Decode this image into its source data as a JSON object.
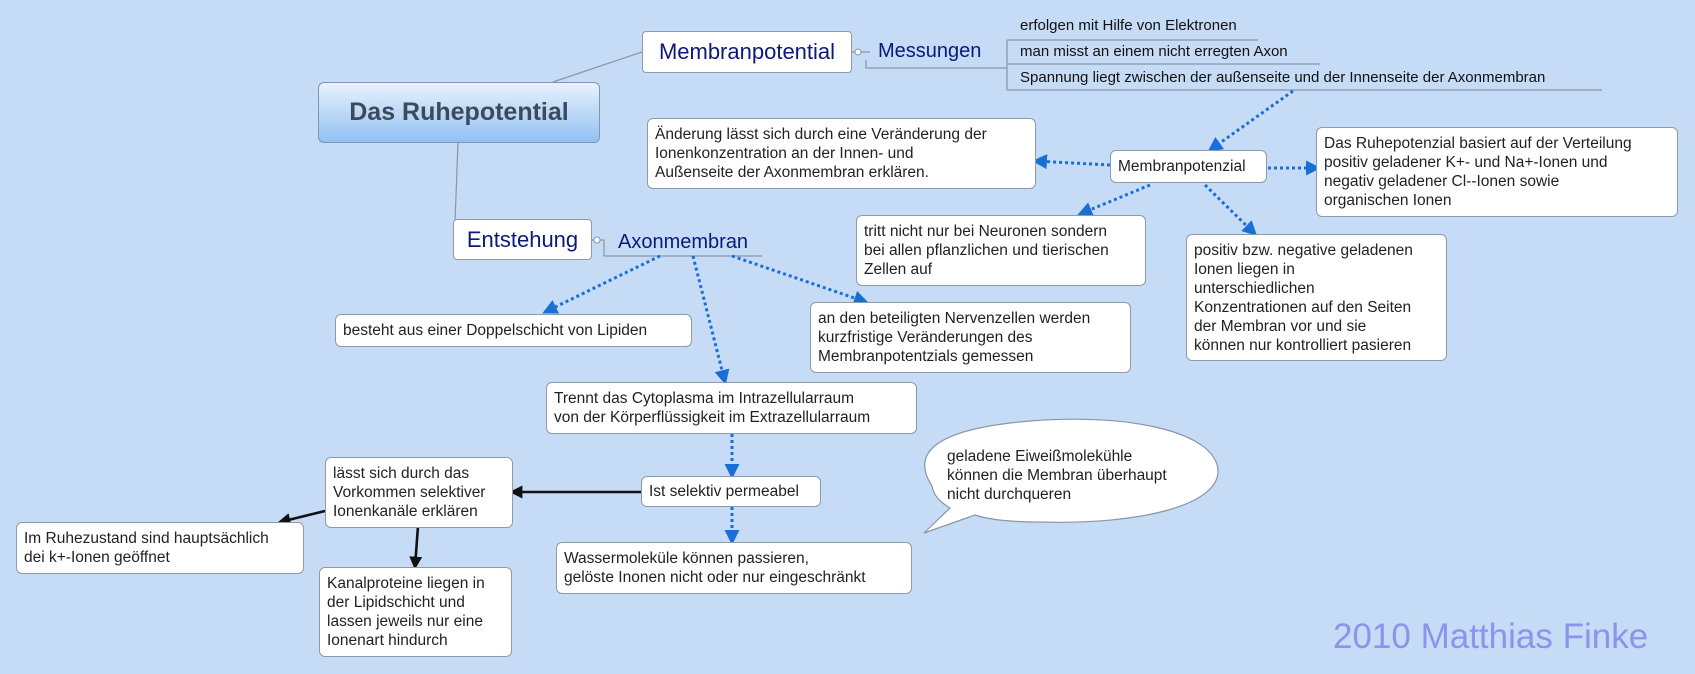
{
  "central_topic": "Das Ruhepotential",
  "branches": {
    "membranpotential": "Membranpotential",
    "messungen": "Messungen",
    "messungen_items": [
      "erfolgen mit Hilfe von Elektronen",
      "man misst an einem nicht erregten Axon",
      "Spannung liegt zwischen der außenseite und der Innenseite der Axonmembran"
    ],
    "entstehung": "Entstehung",
    "axonmembran": "Axonmembran"
  },
  "nodes": {
    "membranpotenzial": [
      "Membranpotenzial"
    ],
    "aenderung": [
      "Änderung lässt sich durch eine Veränderung der",
      "Ionenkonzentration an der Innen- und",
      "Außenseite der Axonmembran erklären."
    ],
    "verteilung": [
      "Das Ruhepotenzial basiert auf der Verteilung",
      "positiv geladener K+- und Na+-Ionen und",
      "negativ geladener Cl--Ionen sowie",
      "organischen Ionen"
    ],
    "neuronen": [
      "tritt nicht nur bei Neuronen sondern",
      "bei allen pflanzlichen und tierischen",
      "Zellen auf"
    ],
    "konzentrationen": [
      "positiv bzw. negative geladenen",
      "Ionen liegen in",
      "unterschiedlichen",
      "Konzentrationen auf den Seiten",
      "der Membran vor und sie",
      "können nur kontrolliert pasieren"
    ],
    "lipide": [
      "besteht aus einer Doppelschicht von Lipiden"
    ],
    "nervenzellen": [
      "an den beteiligten Nervenzellen werden",
      "kurzfristige Veränderungen des",
      "Membranpotentzials gemessen"
    ],
    "cytoplasma": [
      "Trennt das Cytoplasma im Intrazellularraum",
      "von der Körperflüssigkeit im Extrazellularraum"
    ],
    "permeabel": [
      "Ist selektiv permeabel"
    ],
    "ionenkanaele": [
      "lässt sich durch das",
      "Vorkommen selektiver",
      "Ionenkanäle erklären"
    ],
    "ruhezustand": [
      "Im Ruhezustand sind hauptsächlich",
      "dei k+-Ionen geöffnet"
    ],
    "kanalproteine": [
      "Kanalproteine liegen in",
      "der Lipidschicht und",
      "lassen jeweils nur eine",
      "Ionenart hindurch"
    ],
    "wasser": [
      "Wassermoleküle können passieren,",
      "gelöste Inonen nicht oder nur eingeschränkt"
    ]
  },
  "callout": [
    "geladene Eiweißmolekühle",
    "können die Membran überhaupt",
    "nicht durchqueren"
  ],
  "watermark": "2010 Matthias Finke",
  "colors": {
    "background": "#c5dbf6",
    "relationship_arrow": "#1a6fd6",
    "solid_arrow": "#111111",
    "topic_text": "#0b1a7a",
    "watermark": "#8a94ea"
  }
}
